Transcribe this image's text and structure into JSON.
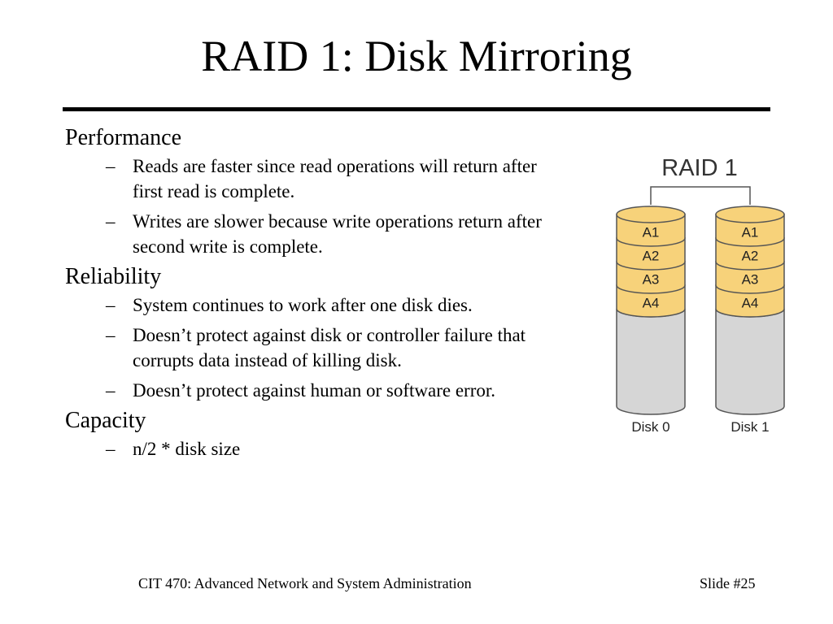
{
  "slide": {
    "title": "RAID 1: Disk Mirroring",
    "sections": [
      {
        "heading": "Performance",
        "bullets": [
          "Reads are faster since read operations will return after first read is complete.",
          "Writes are slower because write operations return after second write is complete."
        ]
      },
      {
        "heading": "Reliability",
        "bullets": [
          "System continues to work after one disk dies.",
          "Doesn’t protect against disk or controller failure that corrupts data instead of killing disk.",
          "Doesn’t protect against human or software error."
        ]
      },
      {
        "heading": "Capacity",
        "bullets": [
          "n/2 * disk size"
        ]
      }
    ],
    "bullet_marker": "–"
  },
  "diagram": {
    "title": "RAID 1",
    "disks": [
      {
        "label": "Disk 0",
        "blocks": [
          "A1",
          "A2",
          "A3",
          "A4"
        ]
      },
      {
        "label": "Disk 1",
        "blocks": [
          "A1",
          "A2",
          "A3",
          "A4"
        ]
      }
    ],
    "colors": {
      "block_fill": "#F7D27A",
      "empty_fill": "#D6D6D6",
      "outline": "#555555"
    }
  },
  "footer": {
    "course": "CIT 470: Advanced Network and System Administration",
    "slide_number": "Slide #25"
  }
}
